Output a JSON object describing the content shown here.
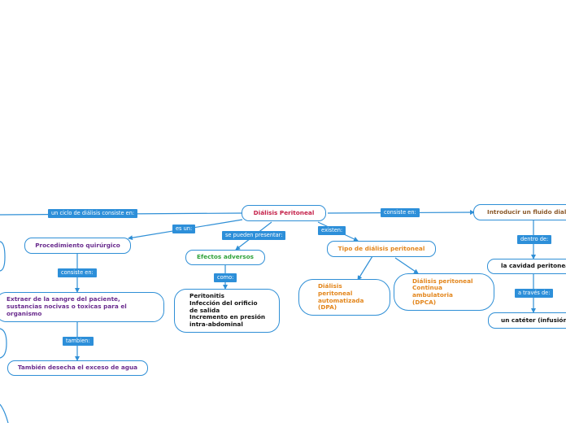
{
  "colors": {
    "line": "#2f8fd6",
    "label_bg": "#2d8fd9",
    "root_text": "#c41f48",
    "procedure_text": "#6a2c8e",
    "effects_text": "#2fa23a",
    "types_text": "#e3861c",
    "intro_text": "#8b5a2b"
  },
  "nodes": {
    "root": "Diálisis Peritoneal",
    "procedure": "Procedimiento quirúrgico",
    "extract": "Extraer de la sangre del paciente,\nsustancias nocivas o toxicas para el\norganismo",
    "water": "También desecha el exceso de agua",
    "effects": "Efectos adversos",
    "effects_list": "Peritonitis\nInfección del orificio\nde salida\nIncremento en presión\nintra-abdominal",
    "types": "Tipo de diálisis peritoneal",
    "dpa": "Diálisis\nperitoneal\nautomatizada\n(DPA)",
    "dpca": "Diálisis peritoneal\nContinua\nambulatoria\n(DPCA)",
    "intro": "Introducir un fluido dializa",
    "cavity": "la cavidad peritonea",
    "catheter": "un catéter (infusión)"
  },
  "labels": {
    "cycle": "un ciclo de diálisis consiste en:",
    "is_a": "es un:",
    "consists_left": "consiste en:",
    "also": "tambien:",
    "may_present": "se pueden presentar:",
    "as": "como:",
    "exist": "existen:",
    "consists_right": "consiste en:",
    "inside": "dentro de:",
    "through": "a través de:"
  }
}
